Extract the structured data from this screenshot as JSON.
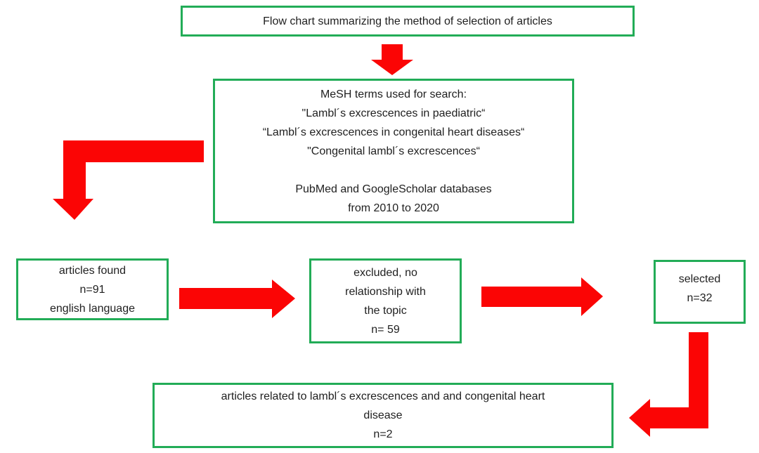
{
  "colors": {
    "box_border": "#22ac57",
    "arrow": "#fb0505",
    "text": "#1f1f1f",
    "background": "#ffffff"
  },
  "boxes": {
    "title": {
      "lines": [
        "Flow chart summarizing the method of selection of articles"
      ]
    },
    "mesh": {
      "lines": [
        "MeSH terms used for search:",
        "\"Lambl´s excrescences in paediatric“",
        "“Lambl´s excrescences in congenital heart diseases“",
        "\"Congenital lambl´s excrescences“",
        "",
        "PubMed and GoogleScholar databases",
        "from 2010 to 2020"
      ]
    },
    "articles_found": {
      "lines": [
        "articles found",
        "n=91",
        "english language"
      ]
    },
    "excluded": {
      "lines": [
        "excluded, no",
        "relationship with",
        "the topic",
        "n= 59"
      ]
    },
    "selected": {
      "lines": [
        "selected",
        "n=32"
      ]
    },
    "result": {
      "lines": [
        "articles related to lambl´s excrescences and and congenital heart",
        "disease",
        "n=2"
      ]
    }
  },
  "arrows": [
    {
      "name": "arrow-down",
      "from": "title-box",
      "to": "mesh-terms-box",
      "direction": "down"
    },
    {
      "name": "arrow-elbow-left-down",
      "from": "mesh-terms-box",
      "to": "articles-found-box",
      "direction": "left-then-down"
    },
    {
      "name": "arrow-right-1",
      "from": "articles-found-box",
      "to": "excluded-box",
      "direction": "right"
    },
    {
      "name": "arrow-right-2",
      "from": "excluded-box",
      "to": "selected-box",
      "direction": "right"
    },
    {
      "name": "arrow-elbow-down-left",
      "from": "selected-box",
      "to": "result-box",
      "direction": "down-then-left"
    }
  ]
}
